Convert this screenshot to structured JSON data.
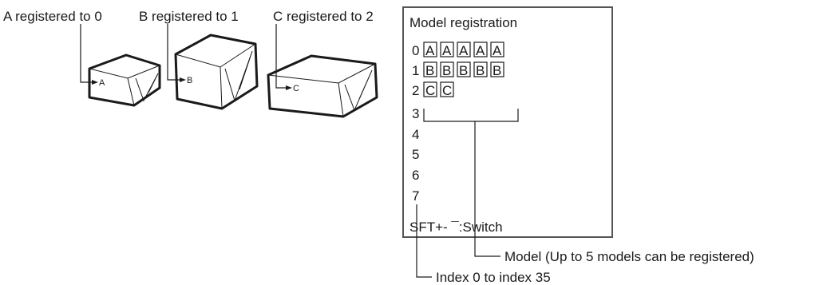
{
  "top_labels": [
    "A registered to 0",
    "B registered to 1",
    "C registered to 2"
  ],
  "package_letters": [
    "A",
    "B",
    "C"
  ],
  "panel": {
    "title": "Model registration",
    "rows": [
      {
        "index": "0",
        "models": [
          "A",
          "A",
          "A",
          "A",
          "A"
        ]
      },
      {
        "index": "1",
        "models": [
          "B",
          "B",
          "B",
          "B",
          "B"
        ]
      },
      {
        "index": "2",
        "models": [
          "C",
          "C"
        ]
      },
      {
        "index": "3",
        "models": []
      },
      {
        "index": "4",
        "models": []
      },
      {
        "index": "5",
        "models": []
      },
      {
        "index": "6",
        "models": []
      },
      {
        "index": "7",
        "models": []
      }
    ],
    "footer": "SFT+- ¯:Switch"
  },
  "callouts": {
    "model": "Model (Up to 5 models can be registered)",
    "index": "Index 0 to index 35"
  }
}
